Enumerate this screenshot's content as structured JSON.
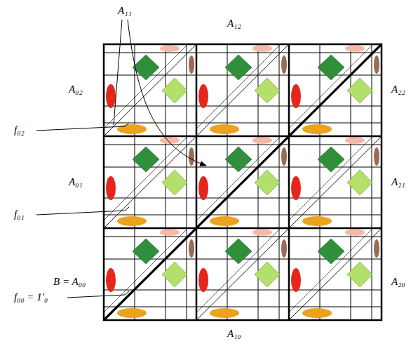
{
  "diagram": {
    "labels": [
      "A₁₁",
      "A₁₂",
      "A₀₂",
      "A₂₂",
      "f₀₂",
      "A₀₁",
      "A₂₁",
      "f₀₁",
      "B = A₀₀",
      "A₂₀",
      "f₀₀ = 1'₀",
      "A₁₀"
    ]
  }
}
